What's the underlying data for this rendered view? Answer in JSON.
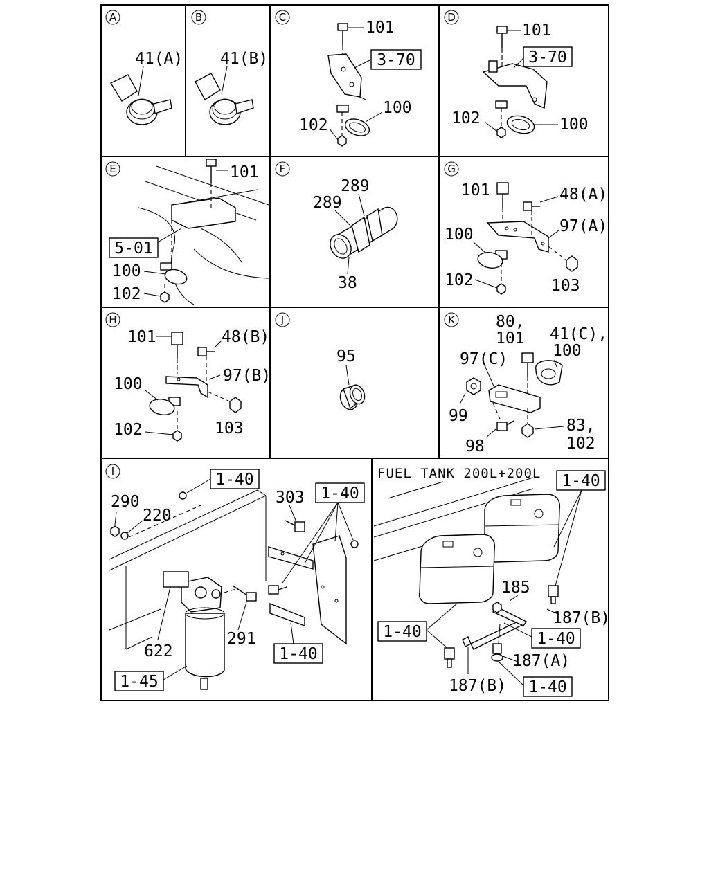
{
  "diagram": {
    "panels": {
      "A": {
        "letter": "A",
        "labels": [
          "41(A)"
        ]
      },
      "B": {
        "letter": "B",
        "labels": [
          "41(B)"
        ]
      },
      "C": {
        "letter": "C",
        "labels": [
          "101",
          "102",
          "100"
        ],
        "ref_boxes": [
          "3-70"
        ]
      },
      "D": {
        "letter": "D",
        "labels": [
          "101",
          "102",
          "100"
        ],
        "ref_boxes": [
          "3-70"
        ]
      },
      "E": {
        "letter": "E",
        "labels": [
          "101",
          "100",
          "102"
        ],
        "ref_boxes": [
          "5-01"
        ]
      },
      "F": {
        "letter": "F",
        "labels": [
          "289",
          "289",
          "38"
        ]
      },
      "G": {
        "letter": "G",
        "labels": [
          "101",
          "48(A)",
          "97(A)",
          "100",
          "102",
          "103"
        ]
      },
      "H": {
        "letter": "H",
        "labels": [
          "101",
          "48(B)",
          "97(B)",
          "100",
          "102",
          "103"
        ]
      },
      "J": {
        "letter": "J",
        "labels": [
          "95"
        ]
      },
      "K": {
        "letter": "K",
        "labels": [
          "80,",
          "101",
          "41(C),",
          "100",
          "97(C)",
          "99",
          "98",
          "83,",
          "102"
        ]
      },
      "I": {
        "letter": "I",
        "labels": [
          "290",
          "220",
          "303",
          "622",
          "291"
        ],
        "ref_boxes": [
          "1-40",
          "1-40",
          "1-40",
          "1-45"
        ]
      },
      "fuel_tank": {
        "title": "FUEL TANK 200L+200L",
        "labels": [
          "185",
          "187(B)",
          "187(A)",
          "187(B)"
        ],
        "ref_boxes": [
          "1-40",
          "1-40",
          "1-40",
          "1-40"
        ]
      }
    }
  }
}
